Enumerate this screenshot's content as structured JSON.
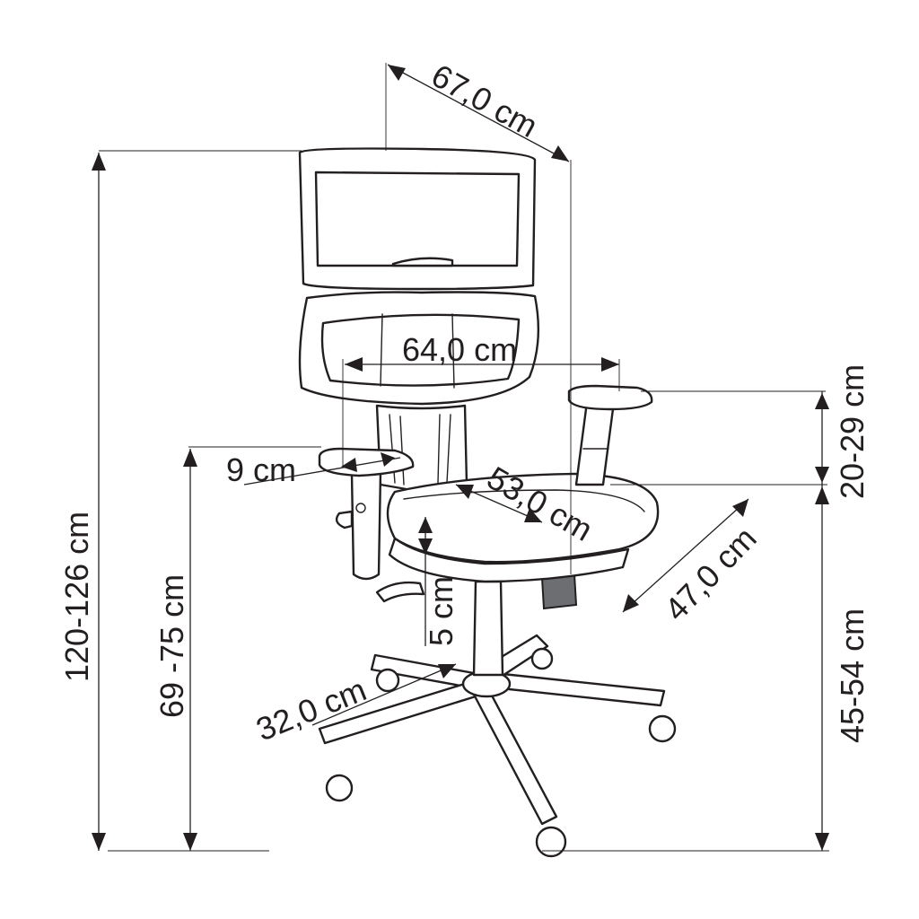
{
  "diagram": {
    "subject": "office chair dimension drawing",
    "dimensions": {
      "backrest_depth": "67,0 cm",
      "armrest_width": "64,0 cm",
      "armrest_height_range": "20-29 cm",
      "armrest_pad": "9 cm",
      "seat_width": "53,0 cm",
      "seat_depth": "47,0 cm",
      "seat_travel": "5 cm",
      "base_radius": "32,0 cm",
      "total_height": "120-126 cm",
      "armrest_floor_height": "69 -75 cm",
      "seat_height": "45-54 cm"
    },
    "colors": {
      "line": "#231f20",
      "background": "#ffffff",
      "accent_fill": "#6d6e71"
    }
  }
}
